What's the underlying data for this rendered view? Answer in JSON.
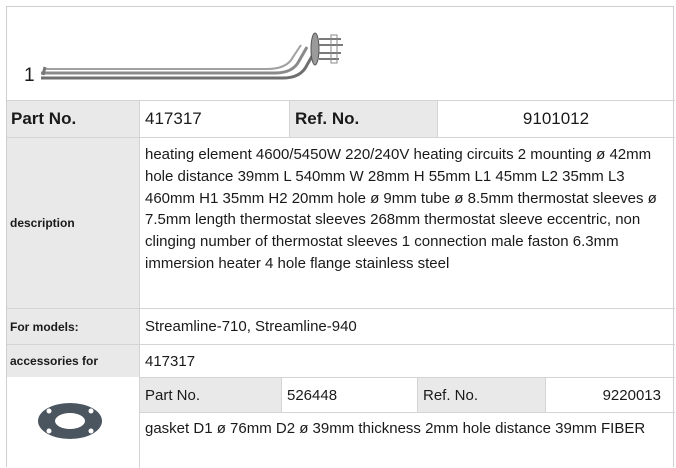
{
  "item_number": "1",
  "header": {
    "part_no_label": "Part No.",
    "part_no_value": "417317",
    "ref_no_label": "Ref. No.",
    "ref_no_value": "9101012"
  },
  "description": {
    "label": "description",
    "text": "heating element  4600/5450W 220/240V heating circuits 2 mounting ø 42mm hole distance 39mm L 540mm W 28mm H 55mm L1 45mm L2 35mm L3 460mm H1 35mm H2 20mm hole ø 9mm tube ø 8.5mm thermostat sleeves ø 7.5mm length thermostat sleeves 268mm thermostat sleeve eccentric, non clinging number of thermostat sleeves 1 connection male faston 6.3mm immersion heater 4 hole flange stainless steel"
  },
  "models": {
    "label": "For models:",
    "value": "Streamline-710, Streamline-940"
  },
  "accessories": {
    "label": "accessories for",
    "value": "417317"
  },
  "accessory_item": {
    "part_no_label": "Part No.",
    "part_no_value": "526448",
    "ref_no_label": "Ref. No.",
    "ref_no_value": "9220013",
    "text": "gasket  D1 ø 76mm D2 ø 39mm thickness 2mm hole distance 39mm FIBER"
  },
  "colors": {
    "shade": "#e9e9e9",
    "border": "#d4d4d4"
  },
  "icons": [
    "heating-element-image",
    "gasket-image"
  ]
}
